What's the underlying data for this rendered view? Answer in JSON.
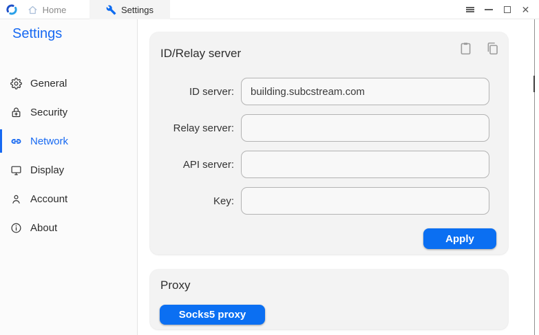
{
  "titlebar": {
    "tabs": [
      {
        "label": "Home",
        "icon": "home-icon",
        "active": false
      },
      {
        "label": "Settings",
        "icon": "wrench-icon",
        "active": true
      }
    ],
    "controls": [
      "menu",
      "minimize",
      "maximize",
      "close"
    ]
  },
  "sidebar": {
    "title": "Settings",
    "items": [
      {
        "label": "General",
        "icon": "gear-icon",
        "active": false
      },
      {
        "label": "Security",
        "icon": "lock-icon",
        "active": false
      },
      {
        "label": "Network",
        "icon": "link-icon",
        "active": true
      },
      {
        "label": "Display",
        "icon": "monitor-icon",
        "active": false
      },
      {
        "label": "Account",
        "icon": "person-icon",
        "active": false
      },
      {
        "label": "About",
        "icon": "info-icon",
        "active": false
      }
    ]
  },
  "network_page": {
    "id_relay_card": {
      "title": "ID/Relay server",
      "actions": [
        "paste",
        "copy"
      ],
      "fields": [
        {
          "label": "ID server:",
          "value": "building.subcstream.com"
        },
        {
          "label": "Relay server:",
          "value": ""
        },
        {
          "label": "API server:",
          "value": ""
        },
        {
          "label": "Key:",
          "value": ""
        }
      ],
      "apply_label": "Apply"
    },
    "proxy_card": {
      "title": "Proxy",
      "socks5_label": "Socks5 proxy"
    }
  },
  "colors": {
    "accent_button": "#0b6ff2",
    "accent_text": "#1769f2",
    "card_background": "#f3f3f3",
    "sidebar_item_text": "#2b2b2b"
  }
}
